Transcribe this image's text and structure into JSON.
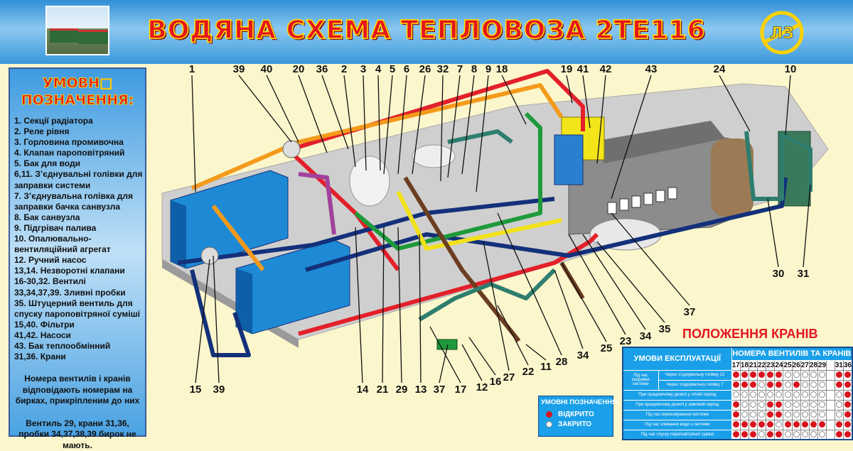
{
  "header": {
    "title": "ВОДЯНА СХЕМА ТЕПЛОВОЗА 2ТЕ116",
    "logo_text": "ЛЗ"
  },
  "legend": {
    "title_line1": "УМОВН□",
    "title_line2": "ПОЗНАЧЕННЯ:",
    "items": [
      "1. Секції радіатора",
      "2. Реле рівня",
      "3. Горловина промивочна",
      "4. Клапан пароповітряний",
      "5. Бак для води",
      "6,11. З’єднувальні голівки  для заправки системи",
      "7. З’єднувальна голівка для заправки бачка санвузла",
      "8. Бак санвузла",
      "9. Підгрівач палива",
      "10. Опалювально-вентиляційний агрегат",
      "12. Ручний насос",
      "13,14. Незворотні клапани",
      "16-30,32. Вентилі",
      "33,34,37,39. Зливні пробки",
      "35. Штуцерний вентиль для спуску пароповітряної суміші",
      "15,40. Фільтри",
      "41,42. Насоси",
      "43. Бак теплообмінний",
      "31,36. Крани"
    ],
    "note1": "Номера вентилів і кранів відповідають номерам на бирках, прикріпленим до них",
    "note2": "Вентиль 29, крани 31,36, пробки 34,37,38,39 бирок не мають."
  },
  "diagram": {
    "labels": [
      "1",
      "39",
      "40",
      "20",
      "36",
      "2",
      "3",
      "4",
      "5",
      "6",
      "26",
      "32",
      "7",
      "8",
      "9",
      "18",
      "19",
      "41",
      "42",
      "43",
      "24",
      "10",
      "30",
      "31",
      "37",
      "35",
      "34",
      "23",
      "25",
      "34",
      "28",
      "11",
      "22",
      "27",
      "16",
      "12",
      "17",
      "37",
      "13",
      "29",
      "21",
      "14",
      "39",
      "15"
    ],
    "pipe_colors": {
      "hot": "#e3202a",
      "cold": "#13307a",
      "green": "#1f9a3a",
      "yellow": "#f2e11a",
      "orange": "#f49a1a",
      "purple": "#a0429c",
      "brown": "#6b3d20",
      "teal": "#2e7d6e"
    }
  },
  "positions": {
    "title": "ПОЛОЖЕННЯ КРАНІВ",
    "conditions_header": "УМОВИ ЕКСПЛУАТАЦІЇ",
    "numbers_header": "НОМЕРА ВЕНТИЛІВ ТА КРАНІВ",
    "columns": [
      "17",
      "18",
      "21",
      "22",
      "23",
      "24",
      "25",
      "26",
      "27",
      "28",
      "29",
      "",
      "31",
      "36"
    ],
    "group_label": "Під час заправки системи",
    "rows": [
      {
        "label": "Через з’єднувальну голівку 12",
        "states": [
          1,
          1,
          1,
          1,
          1,
          1,
          0,
          0,
          0,
          0,
          0,
          null,
          1,
          1
        ]
      },
      {
        "label": "Через з’єднувальну голівку 7",
        "states": [
          1,
          1,
          1,
          0,
          1,
          1,
          0,
          1,
          0,
          0,
          0,
          null,
          1,
          1
        ]
      },
      {
        "label": "При працюючому дизелі у літній період",
        "states": [
          0,
          0,
          0,
          0,
          0,
          0,
          0,
          0,
          0,
          0,
          0,
          null,
          0,
          1
        ]
      },
      {
        "label": "При працюючому дизелі у зимовий період",
        "states": [
          1,
          0,
          0,
          0,
          1,
          1,
          0,
          0,
          0,
          0,
          0,
          null,
          0,
          1
        ]
      },
      {
        "label": "Під час опресовування системи",
        "states": [
          1,
          0,
          0,
          0,
          1,
          1,
          0,
          0,
          0,
          0,
          0,
          null,
          0,
          1
        ]
      },
      {
        "label": "Під час зливання води з системи",
        "states": [
          1,
          1,
          1,
          1,
          1,
          0,
          1,
          1,
          1,
          1,
          1,
          null,
          1,
          1
        ]
      },
      {
        "label": "Під час спуску пароповітряної суміші",
        "states": [
          1,
          1,
          1,
          0,
          1,
          1,
          0,
          0,
          0,
          0,
          0,
          null,
          1,
          1
        ]
      }
    ],
    "key": {
      "title": "УМОВНІ ПОЗНАЧЕННЯ:",
      "open": "ВІДКРИТО",
      "closed": "ЗАКРИТО",
      "open_color": "#d8141f",
      "closed_color": "#ffffff"
    }
  }
}
